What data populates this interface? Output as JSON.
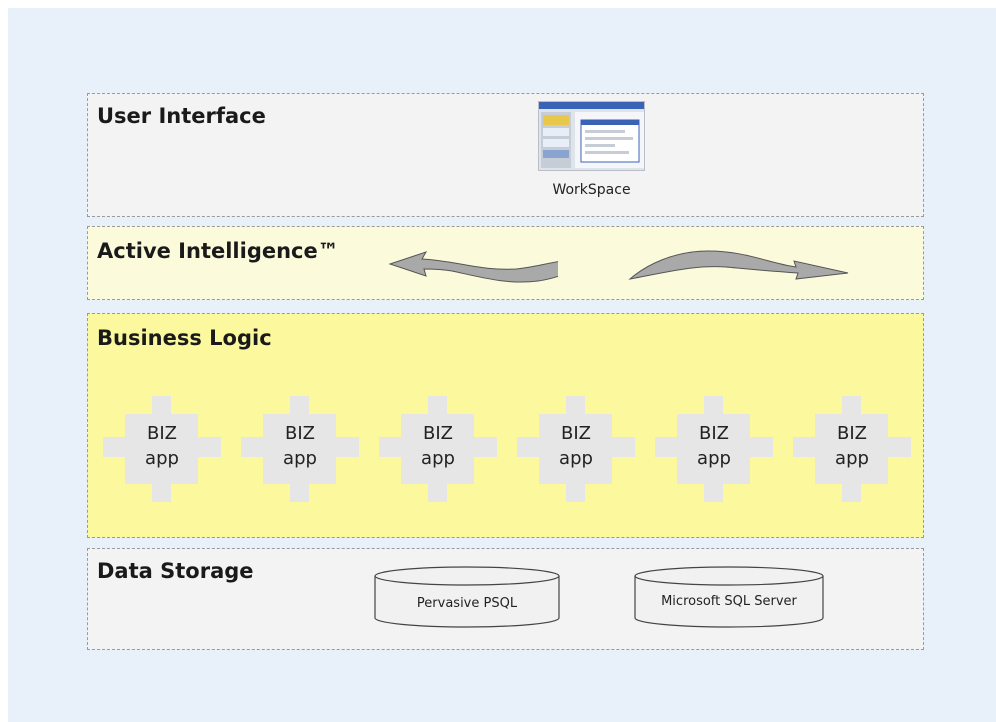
{
  "layers": {
    "user_interface": {
      "title": "User Interface",
      "workspace_label": "WorkSpace"
    },
    "active_intelligence": {
      "title": "Active Intelligence™"
    },
    "business_logic": {
      "title": "Business Logic",
      "apps": [
        {
          "line1": "BIZ",
          "line2": "app"
        },
        {
          "line1": "BIZ",
          "line2": "app"
        },
        {
          "line1": "BIZ",
          "line2": "app"
        },
        {
          "line1": "BIZ",
          "line2": "app"
        },
        {
          "line1": "BIZ",
          "line2": "app"
        },
        {
          "line1": "BIZ",
          "line2": "app"
        }
      ]
    },
    "data_storage": {
      "title": "Data Storage",
      "databases": [
        "Pervasive PSQL",
        "Microsoft SQL Server"
      ]
    }
  },
  "colors": {
    "background": "#e8f0fa",
    "ui_layer": "#f3f3f3",
    "ai_layer": "#fbfbdc",
    "business_layer": "#fbf89e",
    "storage_layer": "#f3f3f3",
    "puzzle_piece": "#e6e6e6",
    "arrow": "#a9a9a9"
  }
}
